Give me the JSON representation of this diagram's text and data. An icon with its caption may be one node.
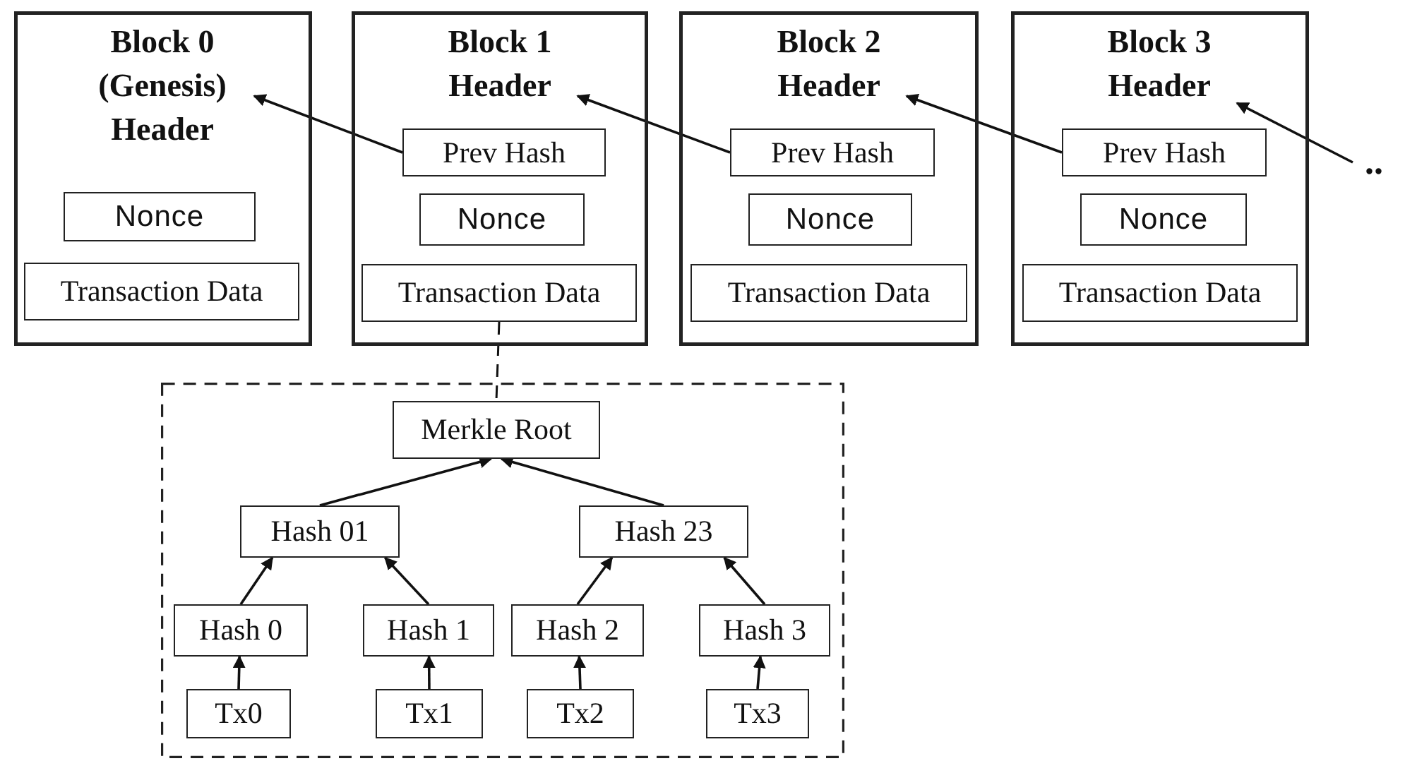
{
  "diagram": {
    "nodes": [
      {
        "text": [],
        "shape": "box"
      },
      {
        "text": [
          "Block 0 (Genesis) Header"
        ],
        "in": 0
      },
      {
        "text": [
          "Nonce"
        ],
        "in": 0
      },
      {
        "text": [
          "Transaction Data"
        ],
        "in": 0
      },
      {
        "text": [],
        "shape": "box"
      },
      {
        "text": [
          "Block 1 Header"
        ],
        "in": 4
      },
      {
        "text": [
          "Prev Hash"
        ],
        "in": 4
      },
      {
        "text": [
          "Nonce"
        ],
        "in": 4
      },
      {
        "text": [
          "Transaction Data"
        ],
        "in": 4
      },
      {
        "text": [],
        "shape": "box"
      },
      {
        "text": [
          "Block 2 Header"
        ],
        "in": 9
      },
      {
        "text": [
          "Prev Hash"
        ],
        "in": 9
      },
      {
        "text": [
          "Nonce"
        ],
        "in": 9
      },
      {
        "text": [
          "Transaction Data"
        ],
        "in": 9
      },
      {
        "text": [],
        "shape": "box"
      },
      {
        "text": [
          "Block 3 Header"
        ],
        "in": 14
      },
      {
        "text": [
          "Prev Hash"
        ],
        "in": 14
      },
      {
        "text": [
          "Nonce"
        ],
        "in": 14
      },
      {
        "text": [
          "Transaction Data"
        ],
        "in": 14
      },
      {
        "text": [
          ".."
        ]
      },
      {
        "text": [],
        "shape": "box"
      },
      {
        "text": [
          "Merkle Root"
        ],
        "in": 20
      },
      {
        "text": [
          "Hash 01"
        ],
        "in": 20
      },
      {
        "text": [
          "Hash 23"
        ],
        "in": 20
      },
      {
        "text": [
          "Hash 0"
        ],
        "in": 20
      },
      {
        "text": [
          "Hash 1"
        ],
        "in": 20
      },
      {
        "text": [
          "Hash 2"
        ],
        "in": 20
      },
      {
        "text": [
          "Hash 3"
        ],
        "in": 20
      },
      {
        "text": [
          "Tx0"
        ],
        "in": 20
      },
      {
        "text": [
          "Tx1"
        ],
        "in": 20
      },
      {
        "text": [
          "Tx2"
        ],
        "in": 20
      },
      {
        "text": [
          "Tx3"
        ],
        "in": 20
      }
    ],
    "edges": [
      {
        "from": 6,
        "to": 1,
        "arrow": "to"
      },
      {
        "from": 11,
        "to": 5,
        "arrow": "to"
      },
      {
        "from": 16,
        "to": 10,
        "arrow": "to"
      },
      {
        "from": 19,
        "to": 15,
        "arrow": "to"
      },
      {
        "from": 8,
        "to": 21,
        "arrow": "none",
        "style": "dashed"
      },
      {
        "from": 22,
        "to": 21,
        "arrow": "to"
      },
      {
        "from": 23,
        "to": 21,
        "arrow": "to"
      },
      {
        "from": 24,
        "to": 22,
        "arrow": "to"
      },
      {
        "from": 25,
        "to": 22,
        "arrow": "to"
      },
      {
        "from": 26,
        "to": 23,
        "arrow": "to"
      },
      {
        "from": 27,
        "to": 23,
        "arrow": "to"
      },
      {
        "from": 28,
        "to": 24,
        "arrow": "to"
      },
      {
        "from": 29,
        "to": 25,
        "arrow": "to"
      },
      {
        "from": 30,
        "to": 26,
        "arrow": "to"
      },
      {
        "from": 31,
        "to": 27,
        "arrow": "to"
      }
    ]
  }
}
